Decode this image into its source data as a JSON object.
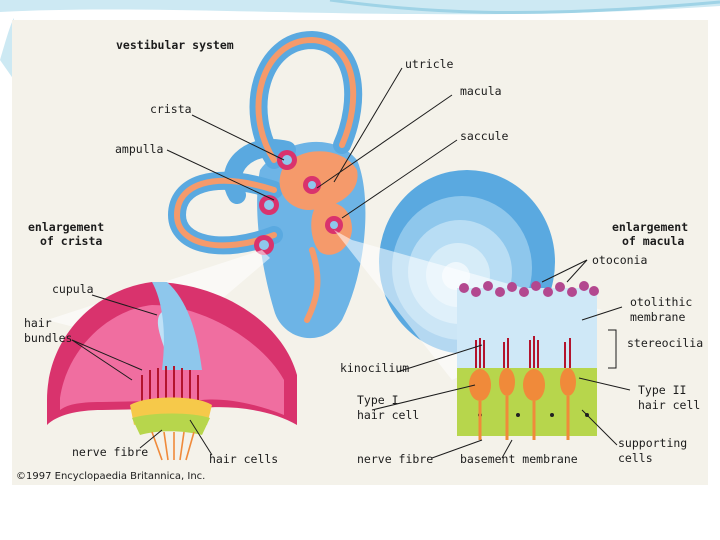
{
  "labels": {
    "vestibular_system": "vestibular system",
    "utricle": "utricle",
    "macula": "macula",
    "crista": "crista",
    "saccule": "saccule",
    "ampulla": "ampulla",
    "enlargement_crista_line1": "enlargement",
    "enlargement_crista_line2": "of crista",
    "enlargement_macula_line1": "enlargement",
    "enlargement_macula_line2": "of macula",
    "otoconia": "otoconia",
    "cupula": "cupula",
    "otolithic_line1": "otolithic",
    "otolithic_line2": "membrane",
    "hair_bundles_line1": "hair",
    "hair_bundles_line2": "bundles",
    "stereocilia": "stereocilia",
    "kinocilium": "kinocilium",
    "type1_line1": "Type I",
    "type1_line2": "hair cell",
    "type2_line1": "Type II",
    "type2_line2": "hair cell",
    "supporting_line1": "supporting",
    "supporting_line2": "cells",
    "nerve_fibre_left": "nerve fibre",
    "hair_cells": "hair cells",
    "nerve_fibre_right": "nerve fibre",
    "basement_membrane": "basement membrane",
    "copyright": "©1997 Encyclopaedia Britannica, Inc."
  },
  "colors": {
    "frame": "#f4f2ea",
    "canal_blue": "#5aa9e0",
    "duct_orange": "#f59a6b",
    "crista_pink": "#d9336d",
    "hair_cell_orange": "#f08a3a",
    "support_green": "#b7d64c",
    "otoconia_purple": "#b3488f",
    "text": "#1c1c1c"
  }
}
